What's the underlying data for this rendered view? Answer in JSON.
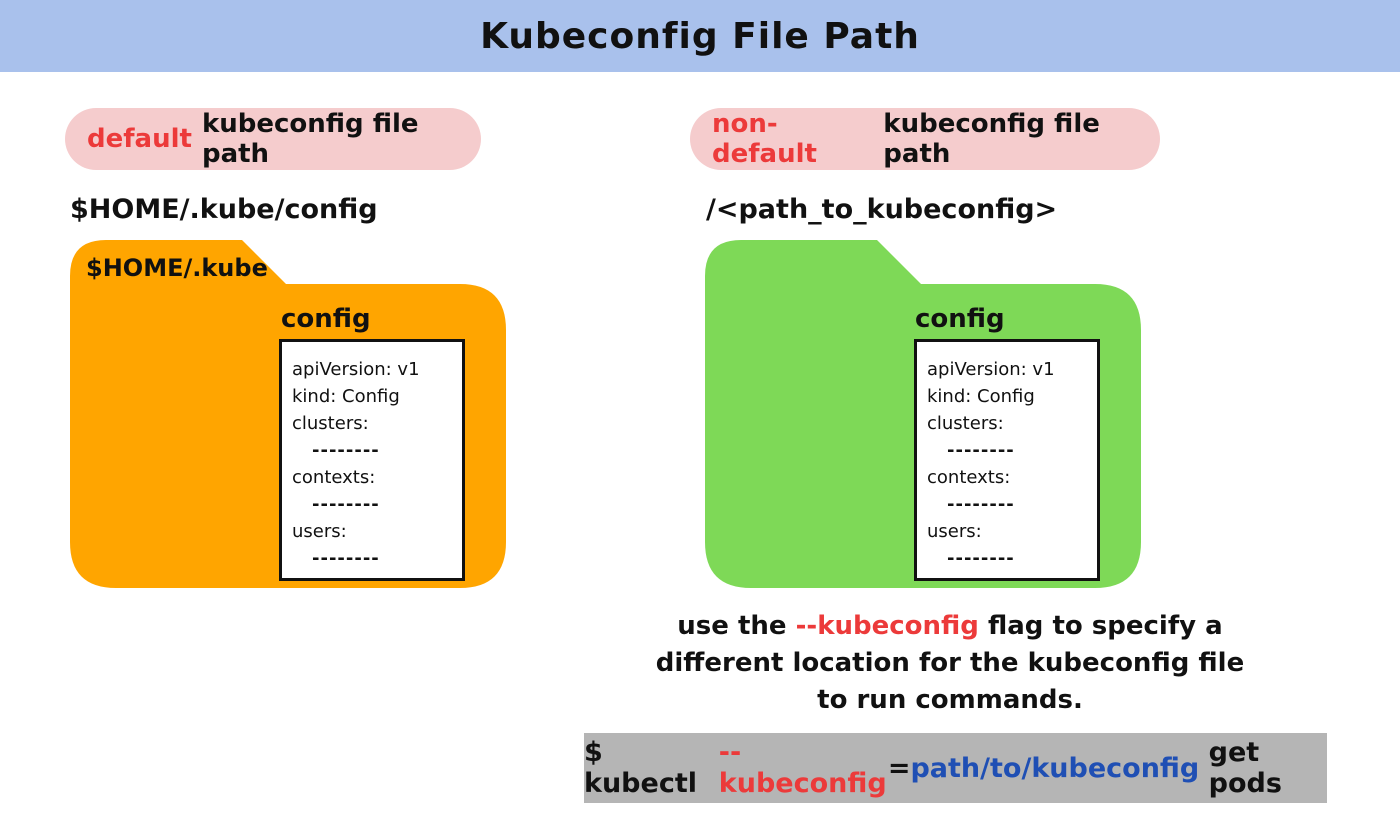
{
  "title": "Kubeconfig File Path",
  "colors": {
    "banner": "#a9c1ec",
    "pill": "#f5cccd",
    "accent_red": "#ec3a3a",
    "accent_blue": "#1f4fb4",
    "default_folder": "#ffa500",
    "non_default_folder": "#7ed957",
    "command_bg": "#b5b5b5"
  },
  "left": {
    "pill_accent": "default",
    "pill_rest": "kubeconfig file path",
    "path": "$HOME/.kube/config",
    "folder_label": "$HOME/.kube",
    "file_name": "config",
    "file_lines": [
      "apiVersion: v1",
      "kind: Config",
      "clusters:",
      "--------",
      "contexts:",
      "--------",
      "users:",
      "--------"
    ]
  },
  "right": {
    "pill_accent": "non-default",
    "pill_rest": "kubeconfig file path",
    "path": "/<path_to_kubeconfig>",
    "file_name": "config",
    "file_lines": [
      "apiVersion: v1",
      "kind: Config",
      "clusters:",
      "--------",
      "contexts:",
      "--------",
      "users:",
      "--------"
    ]
  },
  "note": {
    "before": "use the",
    "flag": "--kubeconfig",
    "after_line1": "flag to specify a",
    "line2": "different location for the kubeconfig file",
    "line3": "to run commands."
  },
  "command": {
    "prefix": "$ kubectl",
    "flag": "--kubeconfig",
    "equals": "=",
    "value": "path/to/kubeconfig",
    "suffix": "get pods"
  }
}
